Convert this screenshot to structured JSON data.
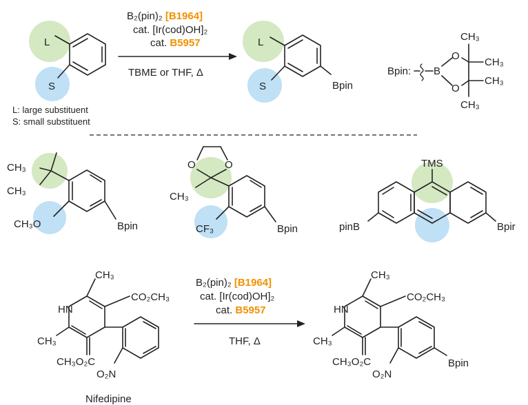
{
  "colors": {
    "large_circle": "#d4e8c2",
    "small_circle": "#bfe0f5",
    "bpin_red": "#e4002b",
    "catalyst_orange": "#f29100",
    "ink": "#222222"
  },
  "scheme1": {
    "reagent_1": "B₂(pin)₂",
    "reagent_1_code": "[B1964]",
    "reagent_2": "cat. [Ir(cod)OH]₂",
    "reagent_3_prefix": "cat.",
    "reagent_3_code": "B5957",
    "conditions": "TBME or THF, Δ",
    "start_label_large": "L",
    "start_label_small": "S",
    "product_label_large": "L",
    "product_label_small": "S",
    "product_group": "Bpin",
    "bpin_def_label": "Bpin:",
    "bpin_def_o1": "O",
    "bpin_def_o2": "O",
    "bpin_def_b": "B",
    "bpin_def_ch3_1": "CH₃",
    "bpin_def_ch3_2": "CH₃",
    "bpin_def_ch3_3": "CH₃",
    "bpin_def_ch3_4": "CH₃",
    "legend_large": "L: large substituent",
    "legend_small": "S: small substituent"
  },
  "examples": {
    "ex1_ch3_1": "CH₃",
    "ex1_ch3_2": "CH₃",
    "ex1_och3": "CH₃O",
    "ex1_bpin": "Bpin",
    "ex2_o1": "O",
    "ex2_o2": "O",
    "ex2_ch3": "CH₃",
    "ex2_cf3": "CF₃",
    "ex2_bpin": "Bpin",
    "ex3_tms": "TMS",
    "ex3_pinb": "pinB",
    "ex3_bpin": "Bpir"
  },
  "scheme2": {
    "reagent_1": "B₂(pin)₂",
    "reagent_1_code": "[B1964]",
    "reagent_2": "cat. [Ir(cod)OH]₂",
    "reagent_3_prefix": "cat.",
    "reagent_3_code": "B5957",
    "conditions": "THF, Δ",
    "start_ch3_top": "CH₃",
    "start_co2ch3": "CO₂CH₃",
    "start_hn": "HN",
    "start_ch3_left": "CH₃",
    "start_ch3o2c": "CH₃O₂C",
    "start_o2n": "O₂N",
    "start_name": "Nifedipine",
    "prod_ch3_top": "CH₃",
    "prod_co2ch3": "CO₂CH₃",
    "prod_hn": "HN",
    "prod_ch3_left": "CH₃",
    "prod_ch3o2c": "CH₃O₂C",
    "prod_o2n": "O₂N",
    "prod_bpin": "Bpin"
  }
}
